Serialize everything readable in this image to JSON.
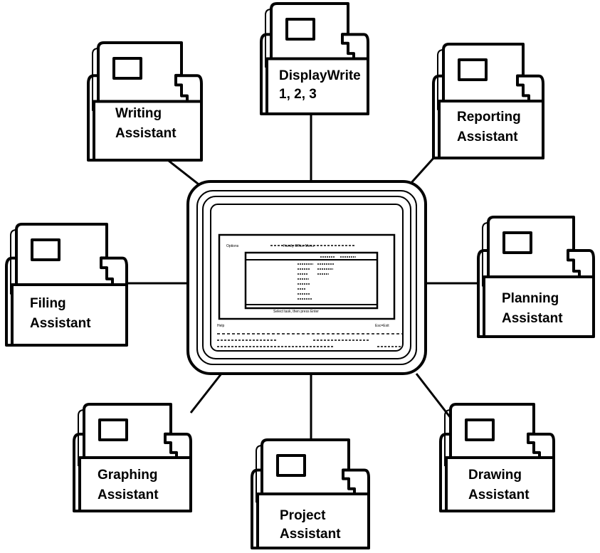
{
  "hub": {
    "name": "pc-display",
    "screen_text": {
      "header_left": "Options",
      "header_center": "Family Office Menu",
      "footer_left": "Help",
      "footer_right": "Esc=Exit",
      "status_line": "Select task, then press Enter"
    }
  },
  "folders": [
    {
      "id": "displaywrite",
      "lines": [
        "DisplayWrite",
        "1, 2, 3"
      ]
    },
    {
      "id": "writing-assistant",
      "lines": [
        "Writing",
        "Assistant"
      ]
    },
    {
      "id": "reporting-assistant",
      "lines": [
        "Reporting",
        "Assistant"
      ]
    },
    {
      "id": "filing-assistant",
      "lines": [
        "Filing",
        "Assistant"
      ]
    },
    {
      "id": "planning-assistant",
      "lines": [
        "Planning",
        "Assistant"
      ]
    },
    {
      "id": "graphing-assistant",
      "lines": [
        "Graphing",
        "Assistant"
      ]
    },
    {
      "id": "drawing-assistant",
      "lines": [
        "Drawing",
        "Assistant"
      ]
    },
    {
      "id": "project-assistant",
      "lines": [
        "Project",
        "Assistant"
      ]
    }
  ]
}
